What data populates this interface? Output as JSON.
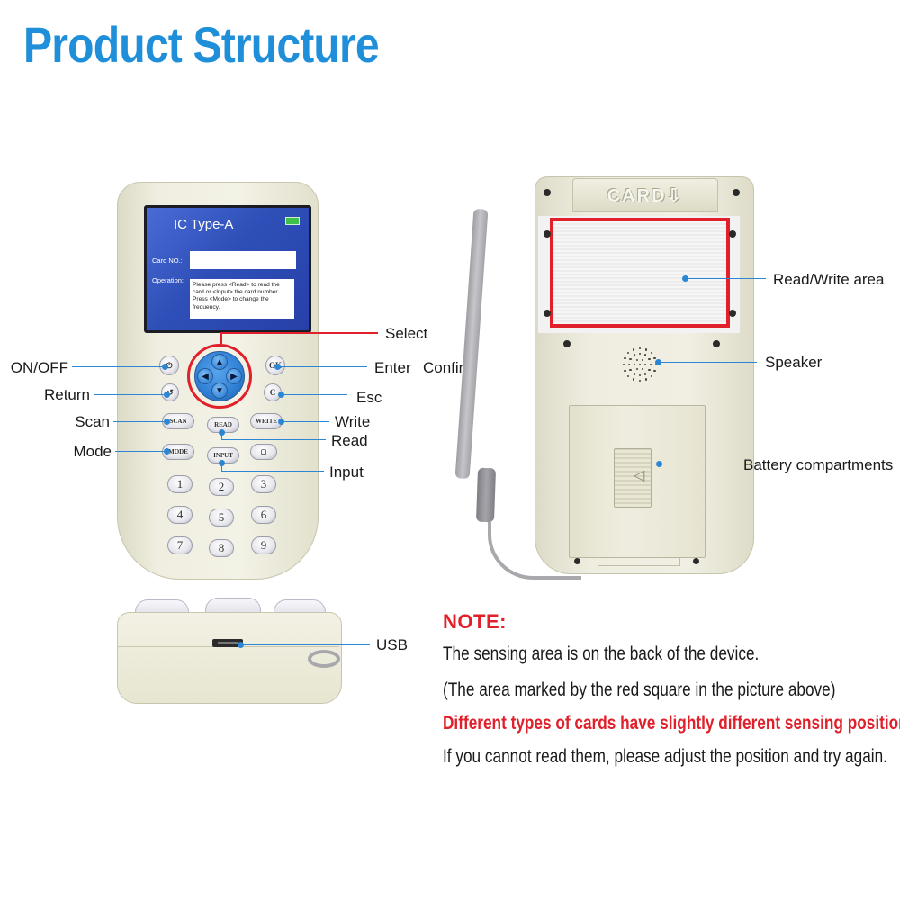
{
  "title": "Product Structure",
  "screen": {
    "title": "IC  Type-A",
    "card_label": "Card NO.:",
    "operation_label": "Operation:",
    "message": "Please press <Read> to read the card or <Input> the card number. Press <Mode> to change the frequency."
  },
  "keys": {
    "ok": "OK",
    "c": "C",
    "scan": "SCAN",
    "read": "READ",
    "write": "WRITE",
    "mode": "MODE",
    "input": "INPUT",
    "numbers": [
      "1",
      "2",
      "3",
      "4",
      "5",
      "6",
      "7",
      "8",
      "9"
    ]
  },
  "labels": {
    "on_off": "ON/OFF",
    "return": "Return",
    "scan": "Scan",
    "mode": "Mode",
    "select": "Select",
    "enter": "Enter",
    "confirm": "Confir",
    "esc": "Esc",
    "write": "Write",
    "read": "Read",
    "input": "Input",
    "read_write_area": "Read/Write area",
    "speaker": "Speaker",
    "battery": "Battery compartments",
    "usb": "USB"
  },
  "back": {
    "card_tab": "CARD⇩"
  },
  "note": {
    "title": "NOTE:",
    "line1": "The sensing area is on the back of the device.",
    "line2": "(The area marked by the red square in the picture above)",
    "line3": "Different types of cards have slightly different sensing positions.",
    "line4": "If you cannot read them, please adjust the position and try again."
  },
  "colors": {
    "accent": "#1e8fd8",
    "highlight": "#e0202a",
    "callout": "#2b86d4"
  }
}
